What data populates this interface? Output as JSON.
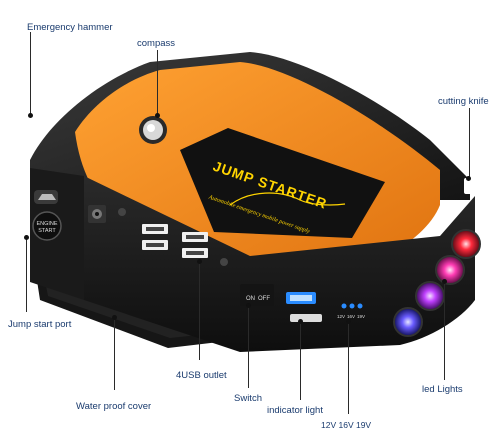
{
  "labels": {
    "emergency_hammer": "Emergency  hammer",
    "compass": "compass",
    "cutting_knife": "cutting knife",
    "jump_start_port": "Jump start port",
    "usb_outlet": "4USB outlet",
    "water_proof_cover": "Water proof cover",
    "switch": "Switch",
    "indicator_light": "indicator light",
    "voltages": "12V 16V 19V",
    "led_lights": "led Lights"
  },
  "device": {
    "brand_title": "JUMP STARTER",
    "brand_subtitle": "Automobile emergency mobile power supply",
    "engine_button_line1": "ENGINE",
    "engine_button_line2": "START",
    "switch_on": "ON",
    "switch_off": "OFF",
    "port_labels": [
      "12V",
      "16V",
      "19V"
    ]
  },
  "colors": {
    "body_orange": "#f0891c",
    "body_dark": "#1c1c1c",
    "label_text": "#1a3b6e",
    "led_red": "#ff2a3c",
    "led_pink": "#ff3cb4",
    "led_violet": "#c040ff",
    "led_blue": "#6a5cff",
    "indicator_blue": "#2a8cff"
  }
}
